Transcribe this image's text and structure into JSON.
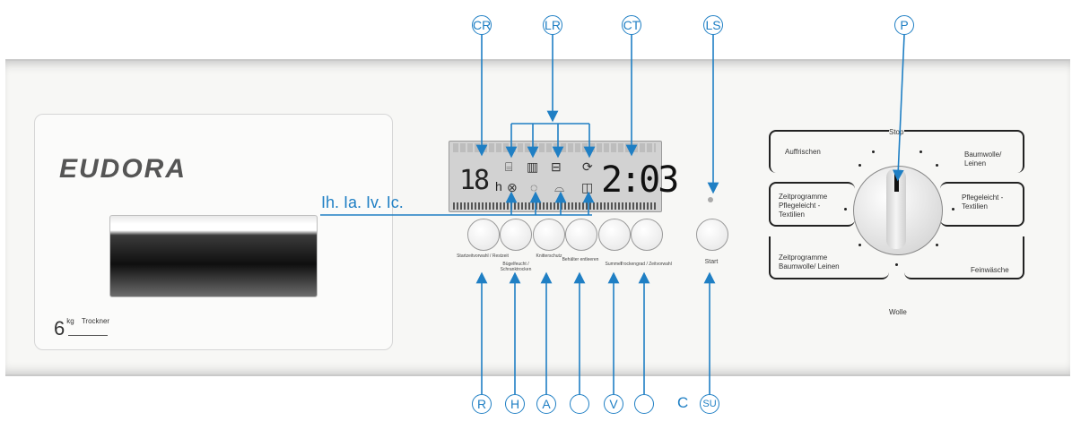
{
  "brand": "EUDORA",
  "capacity": {
    "number": "6",
    "unit": "kg",
    "note": "Trockner"
  },
  "display": {
    "hours": "18",
    "hours_unit": "h",
    "time": "2:03"
  },
  "callouts_top": [
    "CR",
    "LR",
    "CT",
    "LS",
    "P"
  ],
  "callouts_bottom": [
    "R",
    "H",
    "A",
    "",
    "V",
    "",
    "C",
    "SU"
  ],
  "indicator_labels": "Ih.  Ia.  Iv.  Ic.",
  "buttons": [
    {
      "label": "Startzeitvorwahl / Restzeit"
    },
    {
      "label": "Bügelfeucht / Schranktrocken"
    },
    {
      "label": "Knitterschutz"
    },
    {
      "label": "Behälter entleeren"
    },
    {
      "label": "Summer"
    },
    {
      "label": "Trockengrad / Zeitvorwahl"
    },
    {
      "label": "Start"
    }
  ],
  "programs": {
    "top": "Stop",
    "bottom": "Wolle",
    "left_1": "Auffrischen",
    "left_2": "Zeitprogramme Pflegeleicht - Textilien",
    "left_3": "Zeitprogramme Baumwolle/ Leinen",
    "right_1": "Baumwolle/ Leinen",
    "right_2": "Pflegeleicht - Textilien",
    "right_3": "Feinwäsche"
  },
  "accent_color": "#1f7fc4"
}
